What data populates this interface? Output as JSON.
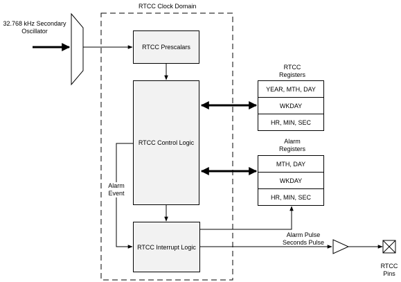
{
  "domain_title": "RTCC Clock Domain",
  "oscillator": {
    "line1": "32.768 kHz Secondary",
    "line2": "Oscillator"
  },
  "blocks": {
    "prescalers": "RTCC Prescalars",
    "control_logic": "RTCC Control Logic",
    "interrupt_logic": "RTCC Interrupt Logic"
  },
  "rtcc_registers": {
    "title_line1": "RTCC",
    "title_line2": "Registers",
    "items": [
      "YEAR, MTH, DAY",
      "WKDAY",
      "HR, MIN, SEC"
    ]
  },
  "alarm_registers": {
    "title_line1": "Alarm",
    "title_line2": "Registers",
    "items": [
      "MTH, DAY",
      "WKDAY",
      "HR, MIN, SEC"
    ]
  },
  "alarm_event": {
    "line1": "Alarm",
    "line2": "Event"
  },
  "output": {
    "line1": "Alarm Pulse",
    "line2": "Seconds Pulse"
  },
  "pins": {
    "line1": "RTCC",
    "line2": "Pins"
  },
  "colors": {
    "block_fill": "#f2f2f2",
    "register_fill": "#ffffff",
    "line": "#000000"
  }
}
